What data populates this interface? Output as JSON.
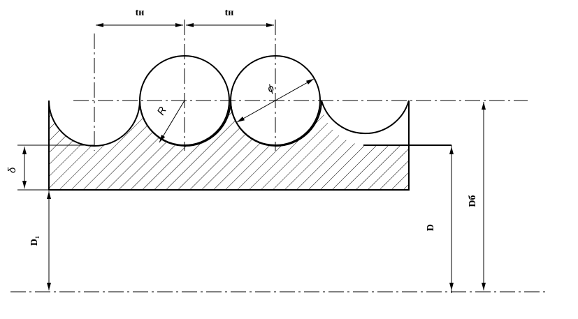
{
  "drawing": {
    "labels": {
      "pitch_1": "tн",
      "pitch_2": "tн",
      "radius": "R",
      "diameter": "ϕ",
      "thickness": "δ",
      "inner_diameter": "D₁",
      "groove_diameter": "D",
      "drum_diameter": "Dб"
    }
  }
}
